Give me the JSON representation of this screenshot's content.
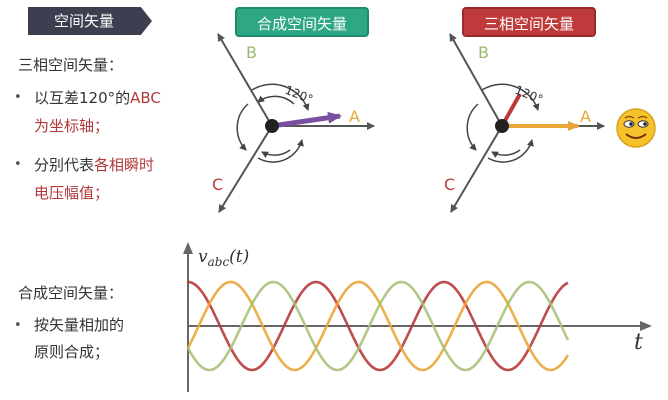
{
  "header": {
    "tag": "空间矢量"
  },
  "left_top": {
    "heading": "三相空间矢量：",
    "bullet1": {
      "normal": "以互差120°的",
      "highlight1": "ABC",
      "line2": "为坐标轴；"
    },
    "bullet2": {
      "normal": "分别代表",
      "highlight": "各相瞬时",
      "line2": "电压幅值；"
    }
  },
  "left_bottom": {
    "heading": "合成空间矢量：",
    "bullet1": {
      "line1": "按矢量相加的",
      "line2": "原则合成；"
    }
  },
  "diagram1": {
    "title": "合成空间矢量",
    "axis_a": "A",
    "axis_b": "B",
    "axis_c": "C",
    "angle": "120°",
    "result_color": "#7b4fa0"
  },
  "diagram2": {
    "title": "三相空间矢量",
    "axis_a": "A",
    "axis_b": "B",
    "axis_c": "C",
    "angle": "120°",
    "vec_a_color": "#e9a73a",
    "vec_b_color": "#b83a3a"
  },
  "waveform": {
    "y_label": "v_abc(t)",
    "x_label": "t",
    "phase_colors": [
      "#b83a3a",
      "#e9a73a",
      "#a8c27a"
    ]
  },
  "bullet_symbol": "•",
  "icons": [
    "arrow-ribbon",
    "smiley-emoji-icon"
  ]
}
